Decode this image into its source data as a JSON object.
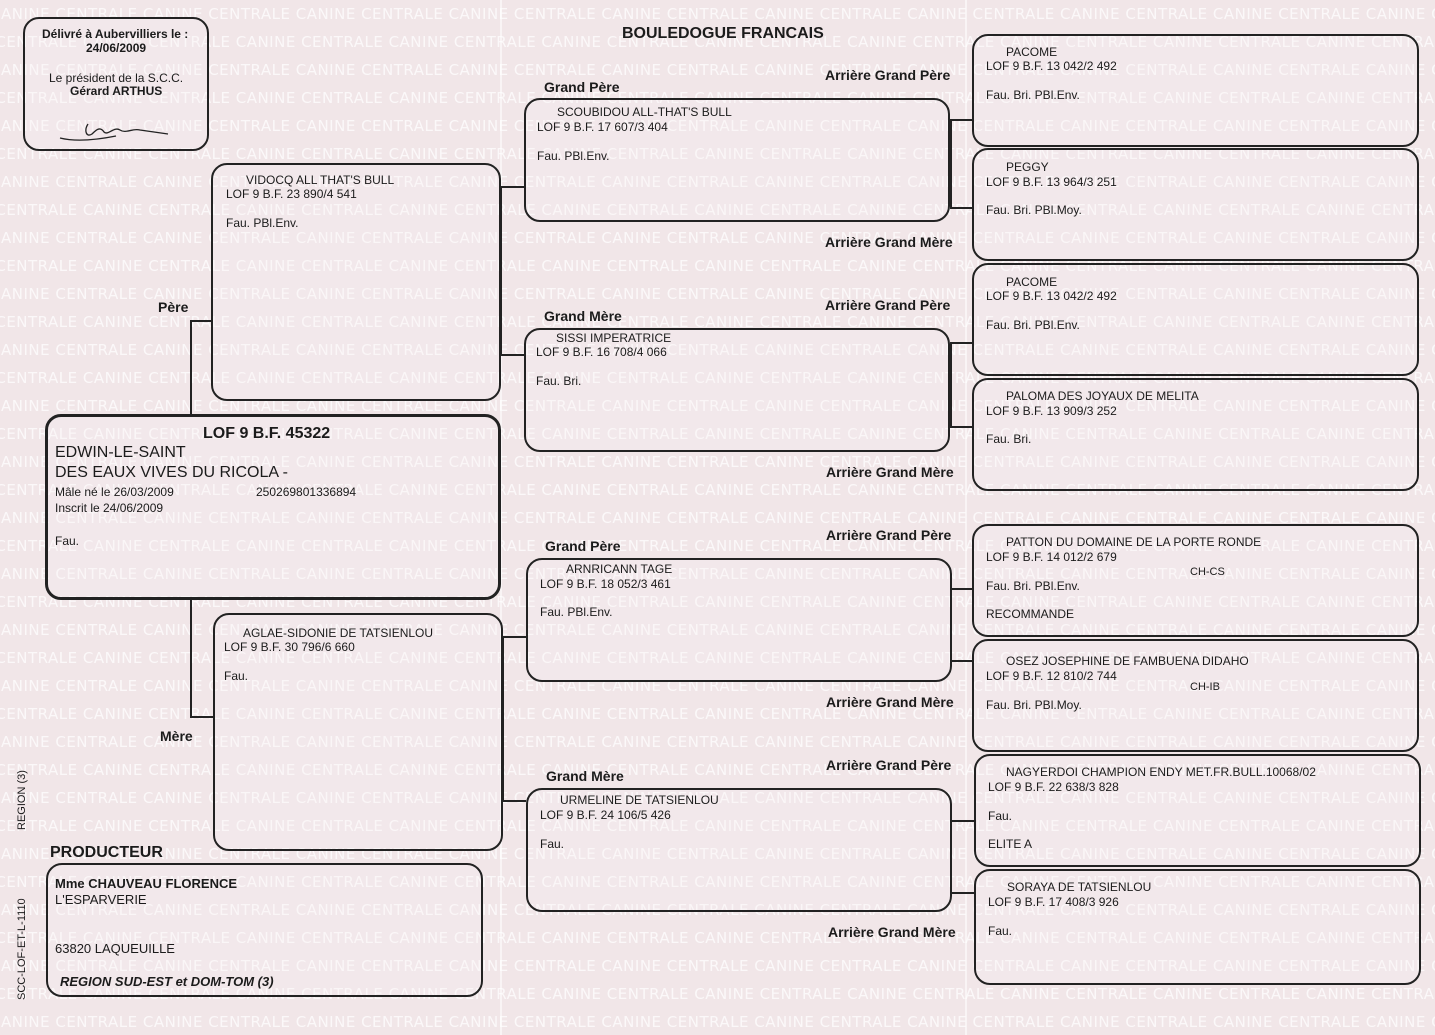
{
  "header": {
    "title": "BOULEDOGUE FRANCAIS",
    "delivered_line1": "Délivré à Aubervilliers le :",
    "delivered_date": "24/06/2009",
    "president_line": "Le président de la S.C.C.",
    "president_name": "Gérard ARTHUS"
  },
  "watermark_text": "CANINE CENTRALE",
  "labels": {
    "pere": "Père",
    "mere": "Mère",
    "grand_pere": "Grand Père",
    "grand_mere": "Grand Mère",
    "arriere_grand_pere": "Arrière Grand Père",
    "arriere_grand_mere": "Arrière Grand Mère",
    "producteur": "PRODUCTEUR"
  },
  "subject": {
    "lof": "LOF 9 B.F. 45322",
    "name1": "EDWIN-LE-SAINT",
    "name2": "DES EAUX VIVES DU RICOLA -",
    "sex_birth": "Mâle  né le  26/03/2009",
    "chip": "250269801336894",
    "registered": "Inscrit le 24/06/2009",
    "color": "Fau."
  },
  "sire": {
    "name": "VIDOCQ  ALL THAT'S BULL",
    "lof": "LOF 9 B.F. 23 890/4 541",
    "color": "Fau. PBl.Env."
  },
  "dam": {
    "name": "AGLAE-SIDONIE  DE TATSIENLOU",
    "lof": "LOF 9 B.F. 30 796/6 660",
    "color": "Fau."
  },
  "grandparents": [
    {
      "name": "SCOUBIDOU ALL-THAT'S BULL",
      "lof": "LOF 9 B.F. 17 607/3 404",
      "color": "Fau. PBl.Env."
    },
    {
      "name": "SISSI IMPERATRICE",
      "lof": "LOF 9 B.F. 16 708/4 066",
      "color": "Fau. Bri."
    },
    {
      "name": "ARNRICANN TAGE",
      "lof": "LOF 9 B.F. 18 052/3 461",
      "color": "Fau. PBl.Env."
    },
    {
      "name": "URMELINE  DE TATSIENLOU",
      "lof": "LOF 9 B.F. 24 106/5 426",
      "color": "Fau."
    }
  ],
  "great_grandparents": [
    {
      "name": "PACOME",
      "lof": "LOF 9 B.F. 13 042/2 492",
      "color": "Fau. Bri. PBl.Env.",
      "title": "",
      "extra": ""
    },
    {
      "name": "PEGGY",
      "lof": "LOF 9 B.F. 13 964/3 251",
      "color": "Fau. Bri. PBl.Moy.",
      "title": "",
      "extra": ""
    },
    {
      "name": "PACOME",
      "lof": "LOF 9 B.F. 13 042/2 492",
      "color": "Fau. Bri. PBl.Env.",
      "title": "",
      "extra": ""
    },
    {
      "name": "PALOMA  DES JOYAUX DE MELITA",
      "lof": "LOF 9 B.F. 13 909/3 252",
      "color": "Fau. Bri.",
      "title": "",
      "extra": ""
    },
    {
      "name": "PATTON  DU DOMAINE DE LA PORTE RONDE",
      "lof": "LOF 9 B.F. 14 012/2 679",
      "color": "Fau. Bri. PBl.Env.",
      "title": "CH-CS",
      "extra": "RECOMMANDE"
    },
    {
      "name": "OSEZ JOSEPHINE  DE FAMBUENA DIDAHO",
      "lof": "LOF 9 B.F. 12 810/2 744",
      "color": "Fau. Bri. PBl.Moy.",
      "title": "CH-IB",
      "extra": ""
    },
    {
      "name": "NAGYERDOI CHAMPION ENDY MET.FR.BULL.10068/02",
      "lof": "LOF 9 B.F. 22 638/3 828",
      "color": "Fau.",
      "title": "",
      "extra": "ELITE A"
    },
    {
      "name": "SORAYA  DE TATSIENLOU",
      "lof": "LOF 9 B.F. 17 408/3 926",
      "color": "Fau.",
      "title": "",
      "extra": ""
    }
  ],
  "producer": {
    "name": "Mme CHAUVEAU FLORENCE",
    "kennel": "L'ESPARVERIE",
    "address": "63820 LAQUEUILLE",
    "region": "REGION SUD-EST et DOM-TOM (3)"
  },
  "side": {
    "region": "REGION (3)",
    "form_code": "SCC-LOF-ET-L-1110"
  }
}
